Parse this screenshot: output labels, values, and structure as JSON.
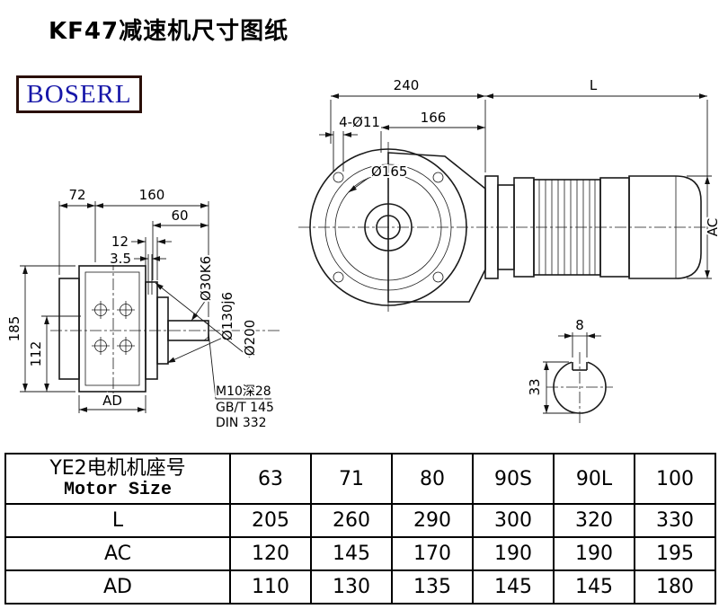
{
  "title": "KF47减速机尺寸图纸",
  "logo": "BOSERL",
  "side_view": {
    "dim_72": "72",
    "dim_160": "160",
    "dim_60": "60",
    "dim_12": "12",
    "dim_3_5": "3.5",
    "dim_185": "185",
    "dim_112": "112",
    "dim_ad": "AD",
    "label_shaft": "Ø30K6",
    "label_spigot": "Ø130j6",
    "label_flange": "Ø200",
    "note_tap": "M10深28",
    "note_gbt": "GB/T 145",
    "note_din": "DIN 332"
  },
  "front_view": {
    "dim_240": "240",
    "dim_L": "L",
    "dim_holes": "4-Ø11",
    "dim_166": "166",
    "label_flange_circle": "Ø165",
    "dim_ac": "AC"
  },
  "section_view": {
    "dim_8": "8",
    "dim_33": "33"
  },
  "table": {
    "header": {
      "cn": "YE2电机机座号",
      "en": "Motor Size"
    },
    "columns": [
      "63",
      "71",
      "80",
      "90S",
      "90L",
      "100"
    ],
    "rows": [
      {
        "label": "L",
        "values": [
          "205",
          "260",
          "290",
          "300",
          "320",
          "330"
        ]
      },
      {
        "label": "AC",
        "values": [
          "120",
          "145",
          "170",
          "190",
          "190",
          "195"
        ]
      },
      {
        "label": "AD",
        "values": [
          "110",
          "130",
          "135",
          "145",
          "145",
          "180"
        ]
      }
    ]
  }
}
